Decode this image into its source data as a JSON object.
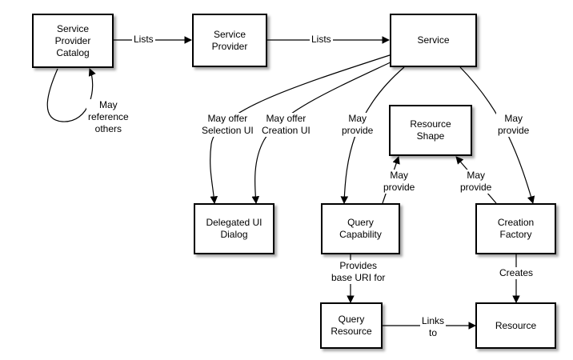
{
  "nodes": {
    "catalog": "Service\nProvider\nCatalog",
    "provider": "Service\nProvider",
    "service": "Service",
    "resource_shape": "Resource\nShape",
    "delegated_ui": "Delegated UI\nDialog",
    "query_capability": "Query\nCapability",
    "creation_factory": "Creation\nFactory",
    "query_resource": "Query\nResource",
    "resource": "Resource"
  },
  "edges": {
    "catalog_lists": "Lists",
    "provider_lists": "Lists",
    "may_reference": "May\nreference\nothers",
    "selection_ui": "May offer\nSelection UI",
    "creation_ui": "May offer\nCreation UI",
    "service_qc": "May\nprovide",
    "service_cf": "May\nprovide",
    "qc_shape": "May\nprovide",
    "cf_shape": "May\nprovide",
    "base_uri": "Provides\nbase URI for",
    "creates": "Creates",
    "links_to": "Links\nto"
  }
}
